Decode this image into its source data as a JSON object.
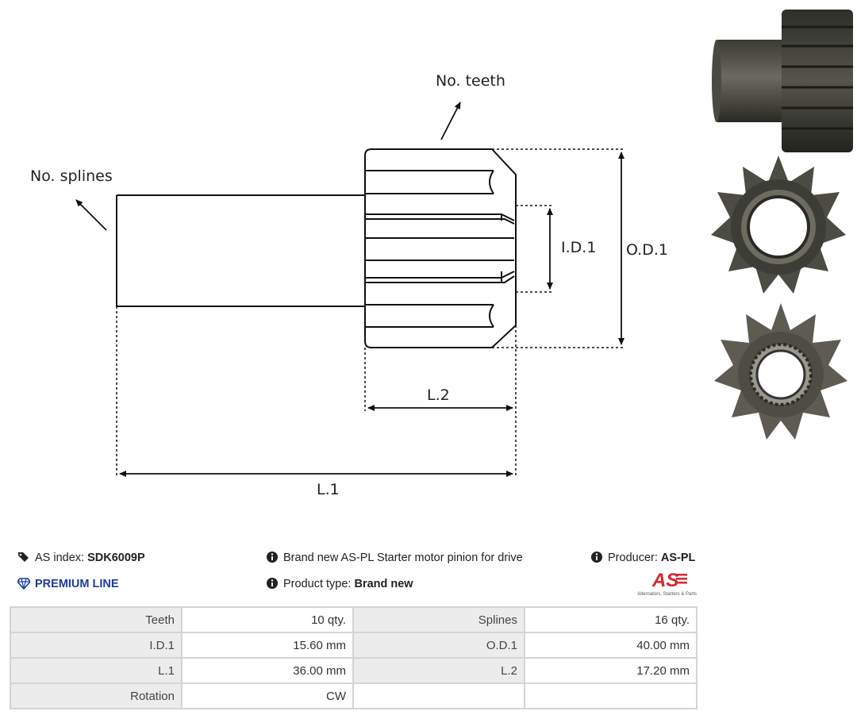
{
  "diagram": {
    "labels": {
      "no_teeth": "No. teeth",
      "no_splines": "No. splines",
      "id1": "I.D.1",
      "od1": "O.D.1",
      "l2": "L.2",
      "l1": "L.1"
    }
  },
  "photos": [
    {
      "name": "pinion-side-view"
    },
    {
      "name": "pinion-front-view"
    },
    {
      "name": "pinion-back-view"
    }
  ],
  "info": {
    "as_index_label": "AS index:",
    "as_index_value": "SDK6009P",
    "premium_line": "PREMIUM LINE",
    "description": "Brand new AS-PL Starter motor pinion for drive",
    "product_type_label": "Product type:",
    "product_type_value": "Brand new",
    "producer_label": "Producer:",
    "producer_value": "AS-PL",
    "logo_text": "AS",
    "logo_tagline": "Alternators, Starters & Parts"
  },
  "specs": {
    "rows": [
      [
        {
          "label": "Teeth",
          "value": "10 qty."
        },
        {
          "label": "Splines",
          "value": "16 qty."
        }
      ],
      [
        {
          "label": "I.D.1",
          "value": "15.60 mm"
        },
        {
          "label": "O.D.1",
          "value": "40.00 mm"
        }
      ],
      [
        {
          "label": "L.1",
          "value": "36.00 mm"
        },
        {
          "label": "L.2",
          "value": "17.20 mm"
        }
      ],
      [
        {
          "label": "Rotation",
          "value": "CW"
        },
        {
          "label": "",
          "value": ""
        }
      ]
    ]
  },
  "colors": {
    "premium": "#1b3a9e",
    "logo_red": "#d7262d",
    "table_label_bg": "#ececec",
    "table_border": "#d4d4d4"
  }
}
